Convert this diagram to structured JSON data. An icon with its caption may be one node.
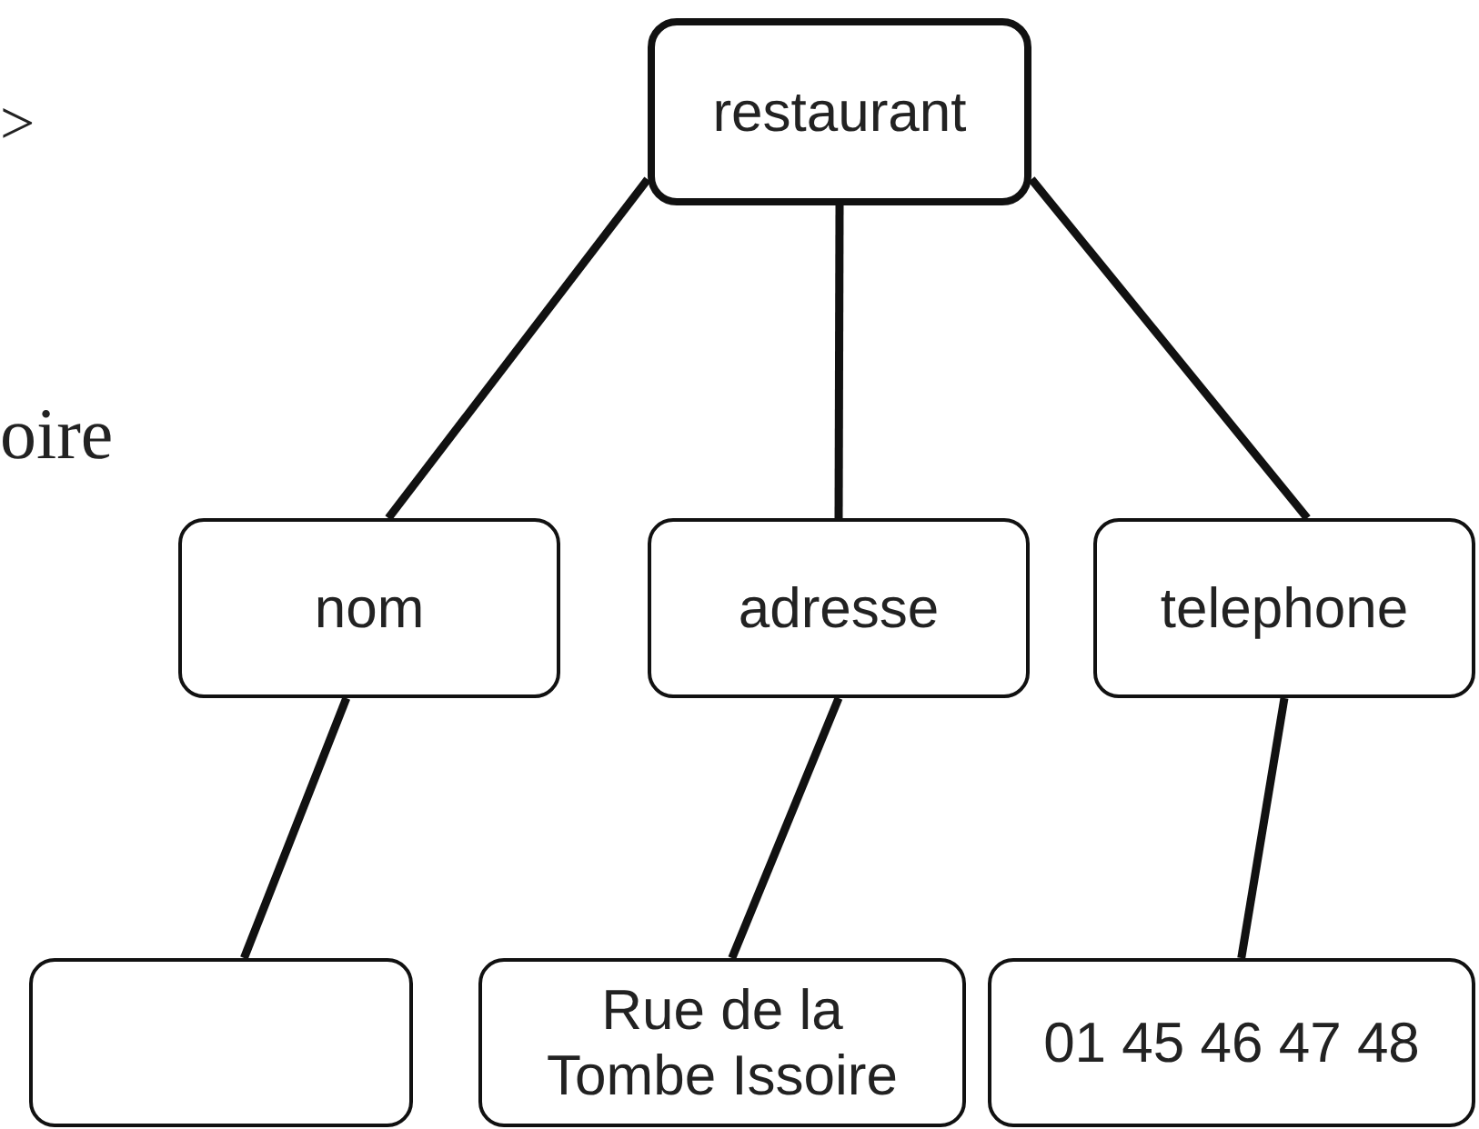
{
  "diagram": {
    "nodes": [
      {
        "text": [
          "restaurant"
        ]
      },
      {
        "text": [
          "nom"
        ]
      },
      {
        "text": [
          "adresse"
        ]
      },
      {
        "text": [
          "telephone"
        ]
      },
      {
        "text": [],
        "shape": "box"
      },
      {
        "text": [
          "Rue de la Tombe Issoire"
        ]
      },
      {
        "text": [
          "01 45 46 47 48"
        ]
      }
    ],
    "edges": [
      {
        "from": 0,
        "to": 1,
        "arrow": "none"
      },
      {
        "from": 0,
        "to": 2,
        "arrow": "none"
      },
      {
        "from": 0,
        "to": 3,
        "arrow": "none"
      },
      {
        "from": 1,
        "to": 4,
        "arrow": "none"
      },
      {
        "from": 2,
        "to": 5,
        "arrow": "none"
      },
      {
        "from": 3,
        "to": 6,
        "arrow": "none"
      }
    ],
    "labels": [
      ">",
      "oire"
    ]
  }
}
